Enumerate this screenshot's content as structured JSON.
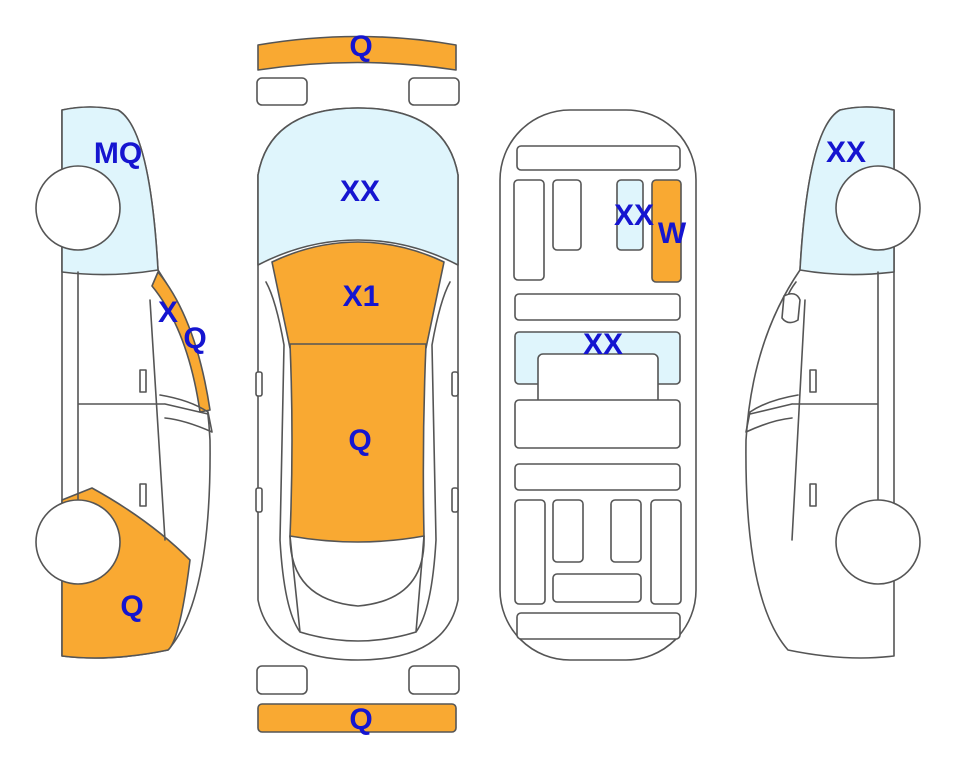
{
  "colors": {
    "painted": "#f9a932",
    "glass": "#dff5fc",
    "body": "#ffffff",
    "outline": "#555555",
    "code_text": "#1515d0"
  },
  "legend_codes": {
    "front_bumper": "Q",
    "windshield": "XX",
    "hood": "X1",
    "roof": "Q",
    "rear_bumper": "Q",
    "left_window": "MQ",
    "left_pillar_x": "X",
    "left_pillar_q": "Q",
    "left_rear_quarter": "Q",
    "interior_window": "XX",
    "interior_part": "W",
    "interior_center": "XX",
    "right_window": "XX"
  }
}
